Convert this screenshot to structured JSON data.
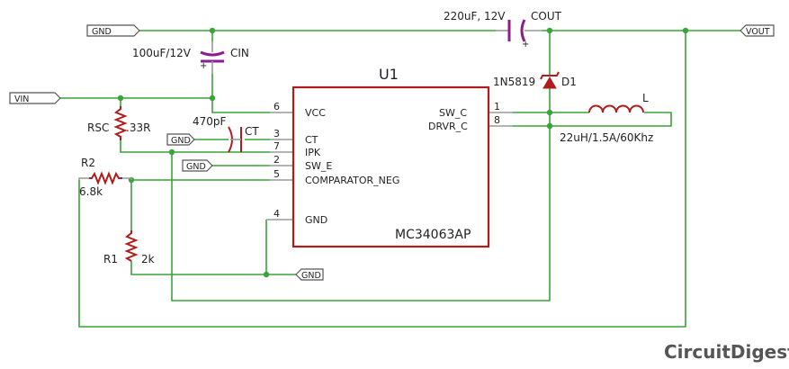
{
  "ports": {
    "gnd_top": "GND",
    "vin": "VIN",
    "vout": "VOUT",
    "gnd_ct": "GND",
    "gnd_swe": "GND",
    "gnd_bottom": "GND"
  },
  "components": {
    "cin": {
      "value": "100uF/12V",
      "ref": "CIN",
      "polarity": "+"
    },
    "cout": {
      "value": "220uF, 12V",
      "ref": "COUT",
      "polarity": "+"
    },
    "ct": {
      "value": "470pF",
      "ref": "CT"
    },
    "rsc": {
      "ref": "RSC",
      "value": ".33R"
    },
    "r2": {
      "ref": "R2",
      "value": "6.8k"
    },
    "r1": {
      "ref": "R1",
      "value": "2k"
    },
    "d1": {
      "value": "1N5819",
      "ref": "D1"
    },
    "l": {
      "ref": "L",
      "value": "22uH/1.5A/60Khz"
    }
  },
  "ic": {
    "ref": "U1",
    "part": "MC34063AP",
    "pins_left": [
      {
        "num": "6",
        "name": "VCC"
      },
      {
        "num": "3",
        "name": "CT"
      },
      {
        "num": "7",
        "name": "IPK"
      },
      {
        "num": "2",
        "name": "SW_E"
      },
      {
        "num": "5",
        "name": "COMPARATOR_NEG"
      },
      {
        "num": "4",
        "name": "GND"
      }
    ],
    "pins_right": [
      {
        "num": "1",
        "name": "SW_C"
      },
      {
        "num": "8",
        "name": "DRVR_C"
      }
    ]
  },
  "watermark": "CircuitDigest",
  "colors": {
    "wire": "#3aa43a",
    "component": "#b01c1c",
    "capacitor": "#8c1d8c",
    "lead": "#9a9a9a"
  }
}
